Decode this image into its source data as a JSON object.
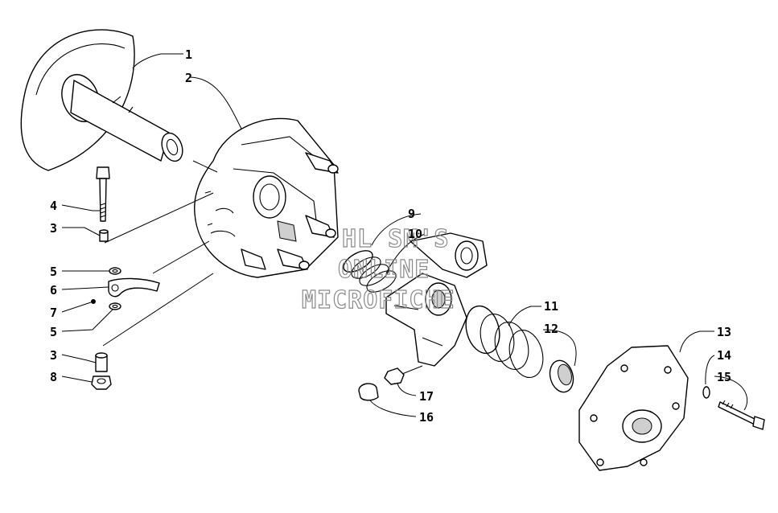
{
  "watermark": {
    "lines": [
      "HL SM'S",
      "ONLINE",
      "MICROFICHE"
    ],
    "color": "#8a8a8a"
  },
  "callouts": [
    {
      "id": "1",
      "label": "1"
    },
    {
      "id": "2",
      "label": "2"
    },
    {
      "id": "4",
      "label": "4"
    },
    {
      "id": "3a",
      "label": "3"
    },
    {
      "id": "5a",
      "label": "5"
    },
    {
      "id": "6",
      "label": "6"
    },
    {
      "id": "7",
      "label": "7"
    },
    {
      "id": "5b",
      "label": "5"
    },
    {
      "id": "3b",
      "label": "3"
    },
    {
      "id": "8",
      "label": "8"
    },
    {
      "id": "9",
      "label": "9"
    },
    {
      "id": "10",
      "label": "10"
    },
    {
      "id": "11",
      "label": "11"
    },
    {
      "id": "12",
      "label": "12"
    },
    {
      "id": "13",
      "label": "13"
    },
    {
      "id": "14",
      "label": "14"
    },
    {
      "id": "15",
      "label": "15"
    },
    {
      "id": "17",
      "label": "17"
    },
    {
      "id": "16",
      "label": "16"
    }
  ]
}
